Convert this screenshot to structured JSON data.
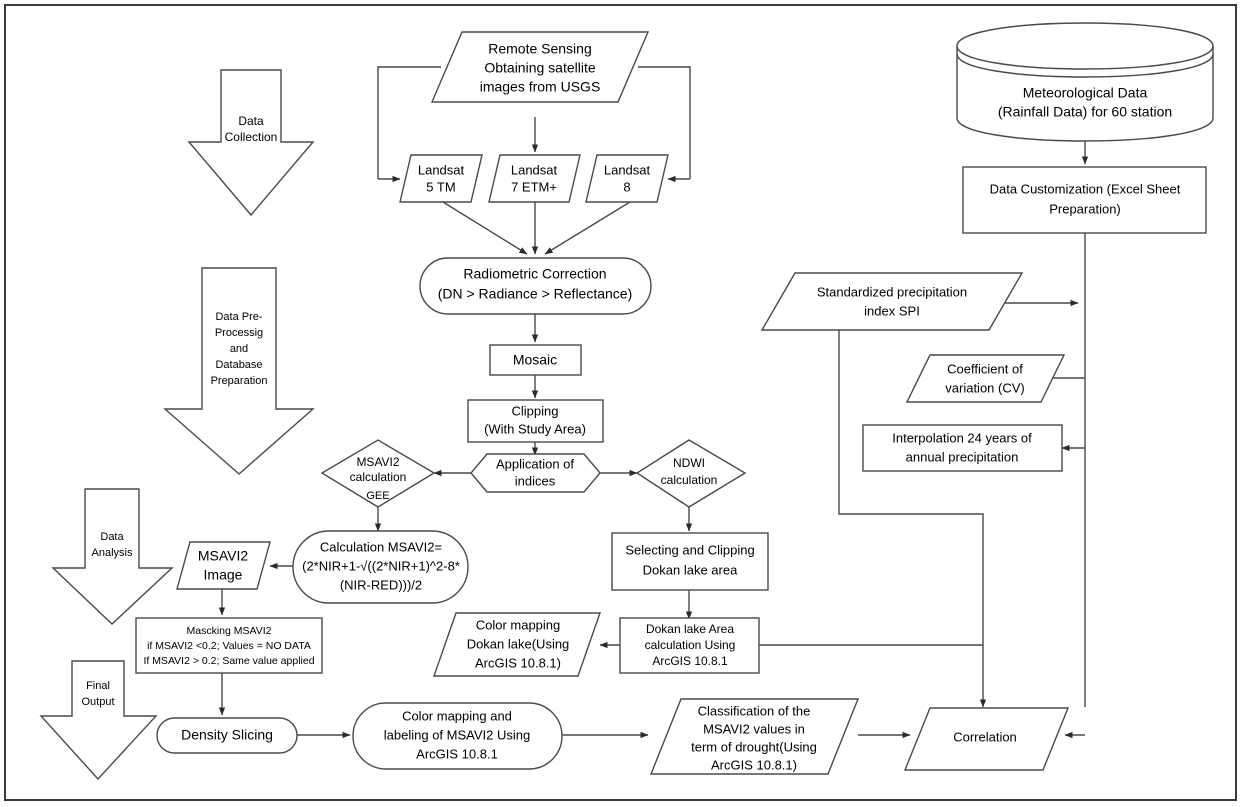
{
  "diagram": {
    "title": "Remote sensing drought / Dokan lake methodology flowchart",
    "type": "flowchart",
    "stroke_color": "#4a4a4a",
    "fill_color": "#ffffff",
    "frame_color": "#3a3a3a"
  },
  "stages": [
    {
      "id": "stage-data-collection",
      "label": "Data\nCollection",
      "lines": [
        "Data",
        "Collection"
      ]
    },
    {
      "id": "stage-preprocessing",
      "label": "Data Pre-Processig and Database Preparation",
      "lines": [
        "Data Pre-",
        "Processig",
        "and",
        "Database",
        "Preparation"
      ]
    },
    {
      "id": "stage-data-analysis",
      "label": "Data Analysis",
      "lines": [
        "Data",
        "Analysis"
      ]
    },
    {
      "id": "stage-final-output",
      "label": "Final Output",
      "lines": [
        "Final",
        "Output"
      ]
    }
  ],
  "nodes": {
    "remote_sensing": {
      "shape": "parallelogram",
      "lines": [
        "Remote Sensing",
        "Obtaining satellite",
        "images from USGS"
      ]
    },
    "landsat5": {
      "shape": "parallelogram",
      "lines": [
        "Landsat",
        "5 TM"
      ]
    },
    "landsat7": {
      "shape": "parallelogram",
      "lines": [
        "Landsat",
        "7 ETM+"
      ]
    },
    "landsat8": {
      "shape": "parallelogram",
      "lines": [
        "Landsat",
        "8"
      ]
    },
    "radiometric": {
      "shape": "rounded",
      "lines": [
        "Radiometric Correction",
        "(DN > Radiance > Reflectance)"
      ]
    },
    "mosaic": {
      "shape": "rect",
      "lines": [
        "Mosaic"
      ]
    },
    "clipping": {
      "shape": "rect",
      "lines": [
        "Clipping",
        "(With Study Area)"
      ]
    },
    "application_indices": {
      "shape": "hexagon",
      "lines": [
        "Application of",
        "indices"
      ]
    },
    "msavi2_calc": {
      "shape": "diamond",
      "lines": [
        "MSAVI2",
        "calculation"
      ],
      "sublabel": "GEE"
    },
    "ndwi_calc": {
      "shape": "diamond",
      "lines": [
        "NDWI",
        "calculation"
      ]
    },
    "calc_msavi2": {
      "shape": "rounded",
      "lines": [
        "Calculation MSAVI2=",
        "(2*NIR+1-√((2*NIR+1)^2-8*",
        "(NIR-RED)))/2"
      ]
    },
    "msavi2_image": {
      "shape": "parallelogram",
      "lines": [
        "MSAVI2",
        "Image"
      ]
    },
    "masking": {
      "shape": "rect",
      "lines": [
        "Mascking MSAVI2",
        "if MSAVI2 <0.2; Values = NO DATA",
        "If MSAVI2 > 0.2; Same value applied"
      ]
    },
    "density_slicing": {
      "shape": "rounded",
      "lines": [
        "Density Slicing"
      ]
    },
    "color_map_msavi2": {
      "shape": "rounded",
      "lines": [
        "Color mapping and",
        "labeling of MSAVI2 Using",
        "ArcGIS 10.8.1"
      ]
    },
    "classification": {
      "shape": "parallelogram",
      "lines": [
        "Classification of the",
        "MSAVI2 values in",
        "term of drought(Using",
        "ArcGIS 10.8.1)"
      ]
    },
    "selecting_clipping": {
      "shape": "rect",
      "lines": [
        "Selecting and Clipping",
        "Dokan lake area"
      ]
    },
    "dokan_area_calc": {
      "shape": "rect",
      "lines": [
        "Dokan lake Area",
        "calculation Using",
        "ArcGIS 10.8.1"
      ]
    },
    "color_map_dokan": {
      "shape": "parallelogram",
      "lines": [
        "Color mapping",
        "Dokan lake(Using",
        "ArcGIS 10.8.1)"
      ]
    },
    "meteorological": {
      "shape": "cylinder",
      "lines": [
        "Meteorological Data",
        "(Rainfall Data) for 60 station"
      ]
    },
    "data_customization": {
      "shape": "rect",
      "lines": [
        "Data Customization (Excel Sheet",
        "Preparation)"
      ]
    },
    "spi": {
      "shape": "parallelogram",
      "lines": [
        "Standardized precipitation",
        "index SPI"
      ]
    },
    "cv": {
      "shape": "parallelogram",
      "lines": [
        "Coefficient of",
        "variation (CV)"
      ]
    },
    "interpolation": {
      "shape": "rect",
      "lines": [
        "Interpolation 24 years of",
        "annual precipitation"
      ]
    },
    "correlation": {
      "shape": "parallelogram",
      "lines": [
        "Correlation"
      ]
    }
  }
}
